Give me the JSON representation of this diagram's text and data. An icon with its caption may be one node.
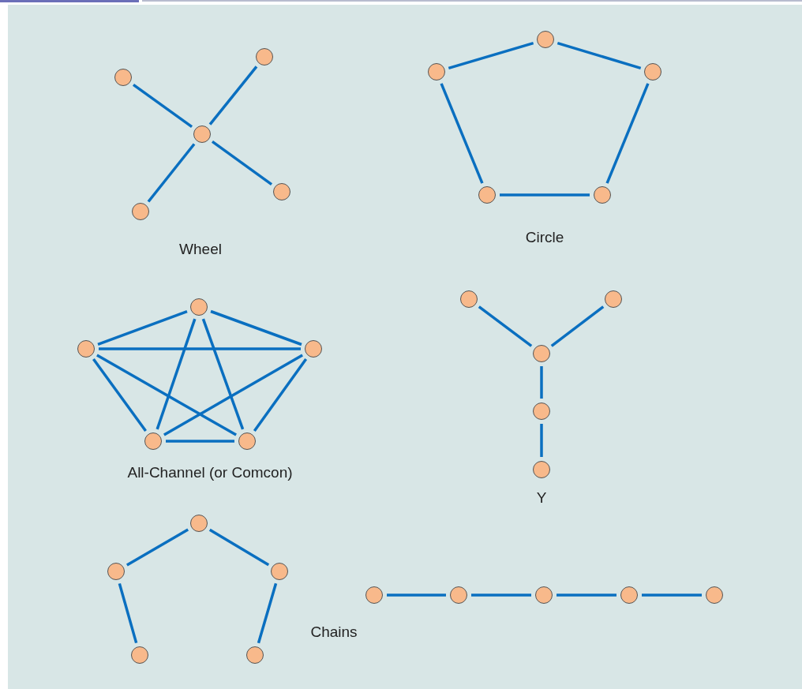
{
  "diagram": {
    "nodes": [
      {
        "text": [],
        "shape": "circle"
      },
      {
        "text": [],
        "shape": "circle"
      },
      {
        "text": [],
        "shape": "circle"
      },
      {
        "text": [],
        "shape": "circle"
      },
      {
        "text": [],
        "shape": "circle"
      },
      {
        "text": [],
        "shape": "circle"
      },
      {
        "text": [],
        "shape": "circle"
      },
      {
        "text": [],
        "shape": "circle"
      },
      {
        "text": [],
        "shape": "circle"
      },
      {
        "text": [],
        "shape": "circle"
      },
      {
        "text": [],
        "shape": "circle"
      },
      {
        "text": [],
        "shape": "circle"
      },
      {
        "text": [],
        "shape": "circle"
      },
      {
        "text": [],
        "shape": "circle"
      },
      {
        "text": [],
        "shape": "circle"
      },
      {
        "text": [],
        "shape": "circle"
      },
      {
        "text": [],
        "shape": "circle"
      },
      {
        "text": [],
        "shape": "circle"
      },
      {
        "text": [],
        "shape": "circle"
      },
      {
        "text": [],
        "shape": "circle"
      },
      {
        "text": [],
        "shape": "circle"
      },
      {
        "text": [],
        "shape": "circle"
      },
      {
        "text": [],
        "shape": "circle"
      },
      {
        "text": [],
        "shape": "circle"
      },
      {
        "text": [],
        "shape": "circle"
      },
      {
        "text": [],
        "shape": "circle"
      },
      {
        "text": [],
        "shape": "circle"
      },
      {
        "text": [],
        "shape": "circle"
      },
      {
        "text": [],
        "shape": "circle"
      },
      {
        "text": [],
        "shape": "circle"
      }
    ],
    "edges": [
      {
        "from": 0,
        "to": 2,
        "arrow": "none"
      },
      {
        "from": 1,
        "to": 2,
        "arrow": "none"
      },
      {
        "from": 2,
        "to": 3,
        "arrow": "none"
      },
      {
        "from": 2,
        "to": 4,
        "arrow": "none"
      },
      {
        "from": 6,
        "to": 5,
        "arrow": "none"
      },
      {
        "from": 5,
        "to": 7,
        "arrow": "none"
      },
      {
        "from": 7,
        "to": 9,
        "arrow": "none"
      },
      {
        "from": 9,
        "to": 8,
        "arrow": "none"
      },
      {
        "from": 8,
        "to": 6,
        "arrow": "none"
      },
      {
        "from": 10,
        "to": 11,
        "arrow": "none"
      },
      {
        "from": 10,
        "to": 12,
        "arrow": "none"
      },
      {
        "from": 10,
        "to": 13,
        "arrow": "none"
      },
      {
        "from": 10,
        "to": 14,
        "arrow": "none"
      },
      {
        "from": 11,
        "to": 12,
        "arrow": "none"
      },
      {
        "from": 11,
        "to": 13,
        "arrow": "none"
      },
      {
        "from": 11,
        "to": 14,
        "arrow": "none"
      },
      {
        "from": 12,
        "to": 13,
        "arrow": "none"
      },
      {
        "from": 12,
        "to": 14,
        "arrow": "none"
      },
      {
        "from": 13,
        "to": 14,
        "arrow": "none"
      },
      {
        "from": 15,
        "to": 17,
        "arrow": "none"
      },
      {
        "from": 16,
        "to": 17,
        "arrow": "none"
      },
      {
        "from": 17,
        "to": 18,
        "arrow": "none"
      },
      {
        "from": 18,
        "to": 19,
        "arrow": "none"
      },
      {
        "from": 21,
        "to": 20,
        "arrow": "none"
      },
      {
        "from": 20,
        "to": 22,
        "arrow": "none"
      },
      {
        "from": 21,
        "to": 23,
        "arrow": "none"
      },
      {
        "from": 22,
        "to": 24,
        "arrow": "none"
      },
      {
        "from": 25,
        "to": 26,
        "arrow": "none"
      },
      {
        "from": 26,
        "to": 27,
        "arrow": "none"
      },
      {
        "from": 27,
        "to": 28,
        "arrow": "none"
      },
      {
        "from": 28,
        "to": 29,
        "arrow": "none"
      }
    ],
    "labels": [
      "Wheel",
      "Circle",
      "All-Channel (or Comcon)",
      "Y",
      "Chains"
    ]
  }
}
